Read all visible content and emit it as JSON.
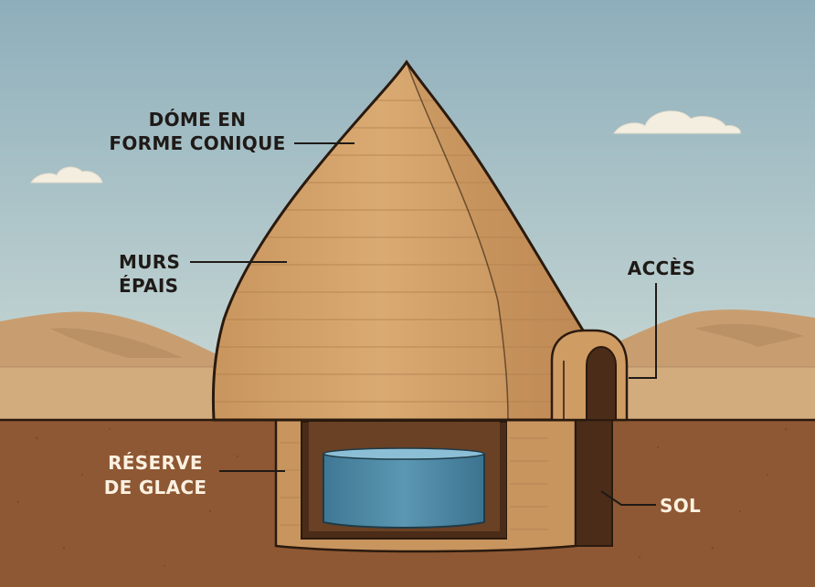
{
  "labels": {
    "dome_line1": "DÓME EN",
    "dome_line2": "FORME CONIQUE",
    "walls_line1": "MURS",
    "walls_line2": "ÉPAIS",
    "access": "ACCÈS",
    "ice_line1": "RÉSERVE",
    "ice_line2": "DE GLACE",
    "soil": "SOL"
  },
  "colors": {
    "sky_top": "#8fb0bd",
    "sky_bottom": "#c8d8d6",
    "dunes": "#caa073",
    "dunes_shadow": "#b48a5e",
    "desert_floor": "#d2ab7b",
    "soil": "#8e5733",
    "mud_brick": "#d6a56e",
    "mud_brick_line": "#a97a4b",
    "water": "#4f8aa6",
    "water_top": "#86b7cf",
    "outline": "#2a1a0e",
    "label_dark": "#1f1a17",
    "label_light": "#fbf1e0"
  }
}
